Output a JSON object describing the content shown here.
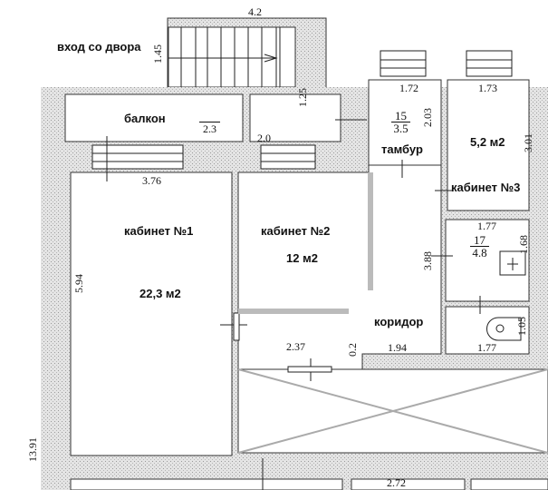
{
  "plan": {
    "entrance_label": "вход со двора",
    "rooms": {
      "balcony": {
        "label": "балкон",
        "dimension": "2.3"
      },
      "office_1": {
        "label": "кабинет №1",
        "area": "22,3 м2",
        "width": "3.76",
        "height": "5.94"
      },
      "office_2": {
        "label": "кабинет №2",
        "area": "12 м2"
      },
      "office_3": {
        "label": "кабинет №3",
        "area": "5,2 м2",
        "width": "1.73",
        "height": "3.01"
      },
      "vestibule": {
        "label": "тамбур",
        "number": "15",
        "area": "3.5",
        "width": "1.72",
        "height": "2.03"
      },
      "corridor": {
        "label": "коридор",
        "dim_left": "2.37",
        "dim_right": "1.94",
        "dim_wall": "0.2"
      },
      "bathroom": {
        "number": "17",
        "area": "4.8",
        "width": "1.77",
        "height": "1.68",
        "side": "3.88"
      },
      "wc": {
        "width": "1.77",
        "height": "1.05"
      }
    },
    "dimensions": {
      "stair_width": "4.2",
      "stair_depth": "1.45",
      "stair_landing": "1.25",
      "landing_width": "2.0",
      "total_height": "13.91",
      "bottom_room": "2.72"
    }
  }
}
